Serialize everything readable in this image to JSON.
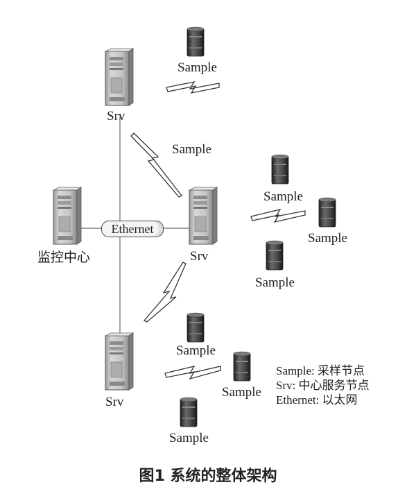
{
  "nodes": {
    "srv_top": "Srv",
    "srv_mid": "Srv",
    "srv_bottom": "Srv",
    "monitor": "监控中心"
  },
  "links": {
    "ethernet": "Ethernet",
    "sample_link": "Sample"
  },
  "samples": {
    "top_label": "Sample",
    "mid_1": "Sample",
    "mid_2": "Sample",
    "mid_3": "Sample",
    "bottom_1": "Sample",
    "bottom_2": "Sample",
    "bottom_3": "Sample"
  },
  "legend": {
    "line1": "Sample: 采样节点",
    "line2": "Srv: 中心服务节点",
    "line3": "Ethernet: 以太网"
  },
  "caption": "图1  系统的整体架构",
  "icons": [
    "server-tower-icon",
    "sample-node-icon",
    "wireless-link-icon"
  ],
  "colors": {
    "line": "#555555",
    "server_body": "#bdbdbd",
    "sample_body": "#3a3a3a"
  }
}
